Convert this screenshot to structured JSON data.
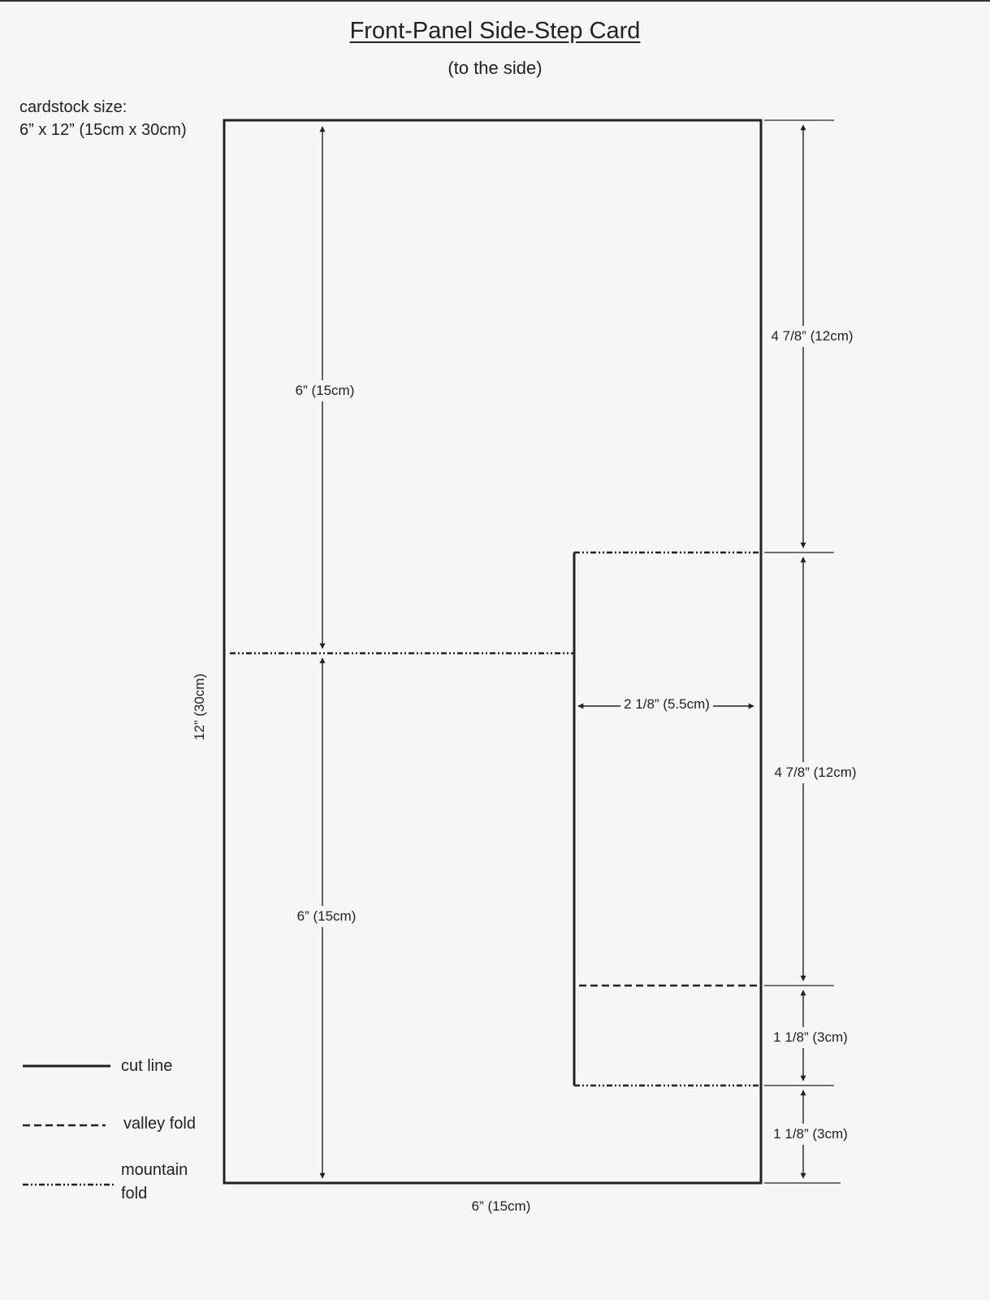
{
  "title": "Front-Panel Side-Step Card",
  "subtitle": "(to the side)",
  "cardstock": {
    "label": "cardstock size:",
    "size": "6” x 12” (15cm x 30cm)"
  },
  "dimensions": {
    "top_height": "6” (15cm)",
    "bottom_height": "6” (15cm)",
    "total_height": "12” (30cm)",
    "total_width": "6” (15cm)",
    "panel_width": "2 1/8” (5.5cm)",
    "right_top": "4 7/8” (12cm)",
    "right_middle": "4 7/8” (12cm)",
    "right_lower": "1 1/8” (3cm)",
    "right_bottom": "1 1/8” (3cm)"
  },
  "legend": {
    "cut": "cut line",
    "valley": "valley fold",
    "mountain_line1": "mountain",
    "mountain_line2": "fold"
  },
  "colors": {
    "line": "#222222",
    "background": "#f6f6f6"
  }
}
